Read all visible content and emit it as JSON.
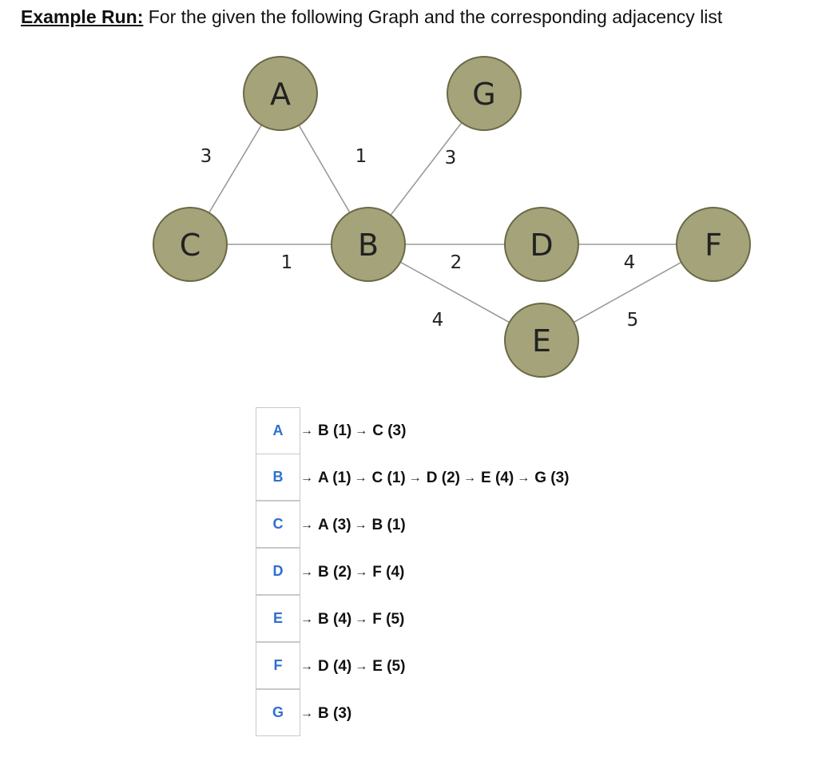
{
  "heading": {
    "lead": "Example Run:",
    "text": " For the given the following Graph and the corresponding adjacency list"
  },
  "graph": {
    "nodes": [
      "A",
      "B",
      "C",
      "D",
      "E",
      "F",
      "G"
    ],
    "edges": [
      {
        "from": "A",
        "to": "C",
        "weight": "3"
      },
      {
        "from": "A",
        "to": "B",
        "weight": "1"
      },
      {
        "from": "B",
        "to": "G",
        "weight": "3"
      },
      {
        "from": "C",
        "to": "B",
        "weight": "1"
      },
      {
        "from": "B",
        "to": "D",
        "weight": "2"
      },
      {
        "from": "D",
        "to": "F",
        "weight": "4"
      },
      {
        "from": "B",
        "to": "E",
        "weight": "4"
      },
      {
        "from": "E",
        "to": "F",
        "weight": "5"
      }
    ],
    "colors": {
      "node_fill": "#a4a37a",
      "node_stroke": "#6a6946",
      "edge": "#9a9a9a"
    }
  },
  "adjacency": [
    {
      "key": "A",
      "neighbors": [
        "B (1)",
        "C (3)"
      ]
    },
    {
      "key": "B",
      "neighbors": [
        "A (1)",
        "C (1)",
        "D (2)",
        "E (4)",
        "G (3)"
      ]
    },
    {
      "key": "C",
      "neighbors": [
        "A (3)",
        "B (1)"
      ]
    },
    {
      "key": "D",
      "neighbors": [
        "B (2)",
        "F (4)"
      ]
    },
    {
      "key": "E",
      "neighbors": [
        "B (4)",
        "F (5)"
      ]
    },
    {
      "key": "F",
      "neighbors": [
        "D (4)",
        "E (5)"
      ]
    },
    {
      "key": "G",
      "neighbors": [
        "B (3)"
      ]
    }
  ],
  "arrow_glyph": "→",
  "key_color": "#2f6fcf"
}
